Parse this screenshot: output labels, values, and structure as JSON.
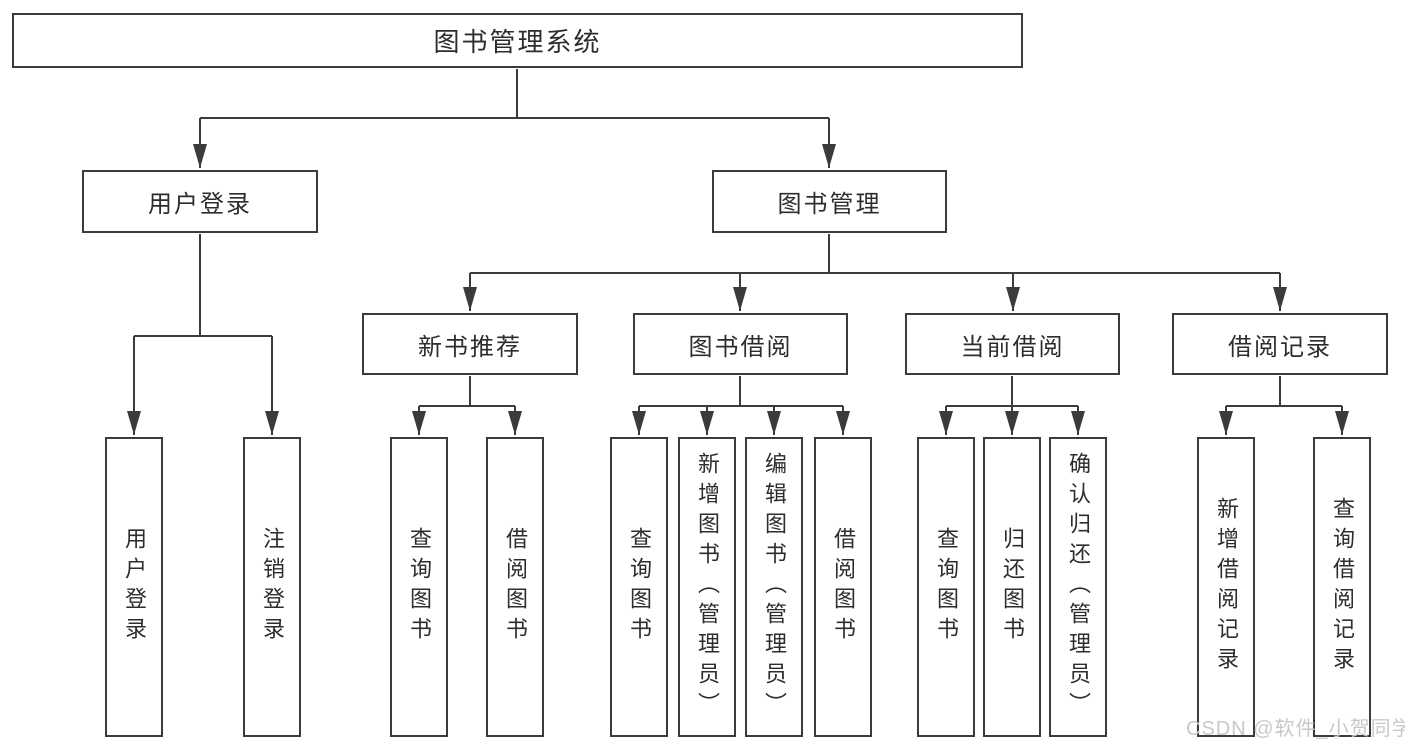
{
  "diagram": {
    "root": {
      "label": "图书管理系统"
    },
    "level2": {
      "user_login": {
        "label": "用户登录"
      },
      "book_management": {
        "label": "图书管理"
      }
    },
    "level3": {
      "new_book_recommend": {
        "label": "新书推荐"
      },
      "book_borrow": {
        "label": "图书借阅"
      },
      "current_borrow": {
        "label": "当前借阅"
      },
      "borrow_record": {
        "label": "借阅记录"
      }
    },
    "leaves": {
      "ul_login": {
        "label": "用户登录"
      },
      "ul_logout": {
        "label": "注销登录"
      },
      "nb_query": {
        "label": "查询图书"
      },
      "nb_borrow": {
        "label": "借阅图书"
      },
      "bb_query": {
        "label": "查询图书"
      },
      "bb_add": {
        "label": "新增图书（管理员）"
      },
      "bb_edit": {
        "label": "编辑图书（管理员）"
      },
      "bb_borrow": {
        "label": "借阅图书"
      },
      "cb_query": {
        "label": "查询图书"
      },
      "cb_return": {
        "label": "归还图书"
      },
      "cb_confirm": {
        "label": "确认归还（管理员）"
      },
      "br_add": {
        "label": "新增借阅记录"
      },
      "br_query": {
        "label": "查询借阅记录"
      }
    },
    "watermark": "CSDN @软件_小贺同学",
    "colors": {
      "line": "#3b3b3b",
      "text": "#2d2d2d",
      "watermark": "#c9c9c9",
      "background": "#ffffff"
    }
  }
}
